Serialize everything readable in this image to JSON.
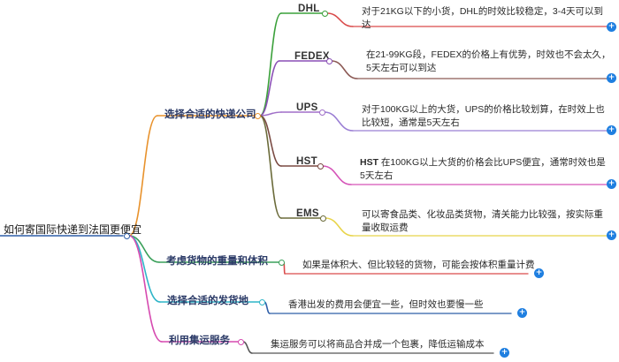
{
  "root": {
    "label": "如何寄国际快递到法国更便宜",
    "underline_color": "#2f5fa8"
  },
  "branches": [
    {
      "label": "选择合适的快递公司",
      "color": "#e8922c",
      "children": [
        {
          "label": "DHL",
          "color": "#3aa03a",
          "text": "对于21KG以下的小货，DHL的时效比较稳定，3-4天可以到达",
          "leaf_color": "#d94a4a"
        },
        {
          "label": "FEDEX",
          "color": "#8a4fb5",
          "text": "在21-99KG段，FEDEX的价格上有优势，时效也不会太久，5天左右可以到达",
          "leaf_color": "#8c5a55"
        },
        {
          "label": "UPS",
          "color": "#a06fc8",
          "text": "对于100KG以上的大货，UPS的价格比较划算，在时效上也比较短，通常是5天左右",
          "leaf_color": "#9b7fd4"
        },
        {
          "label": "HST",
          "color": "#7a4a42",
          "text": "HST 在100KG以上大货的价格会比UPS便宜，通常时效也是5天左右",
          "leaf_color": "#d553b8",
          "bold_prefix": "HST"
        },
        {
          "label": "EMS",
          "color": "#6b6b3a",
          "text": "可以寄食品类、化妆品类货物，清关能力比较强，按实际重量收取运费",
          "leaf_color": "#e8d44a"
        }
      ]
    },
    {
      "label": "考虑货物的重量和体积",
      "color": "#3aa05a",
      "children": [
        {
          "label": "",
          "color": "#d94a4a",
          "text": "如果是体积大、但比较轻的货物，可能会按体积重量计费",
          "leaf_color": "#d94a4a"
        }
      ]
    },
    {
      "label": "选择合适的发货地",
      "color": "#2fb5c8",
      "children": [
        {
          "label": "",
          "color": "#2f5fa8",
          "text": "香港出发的费用会便宜一些，但时效也要慢一些",
          "leaf_color": "#2f5fa8"
        }
      ]
    },
    {
      "label": "利用集运服务",
      "color": "#d64ab0",
      "children": [
        {
          "label": "",
          "color": "#555555",
          "text": "集运服务可以将商品合并成一个包裹，降低运输成本",
          "leaf_color": "#555555"
        }
      ]
    }
  ],
  "expand_button_label": "+"
}
